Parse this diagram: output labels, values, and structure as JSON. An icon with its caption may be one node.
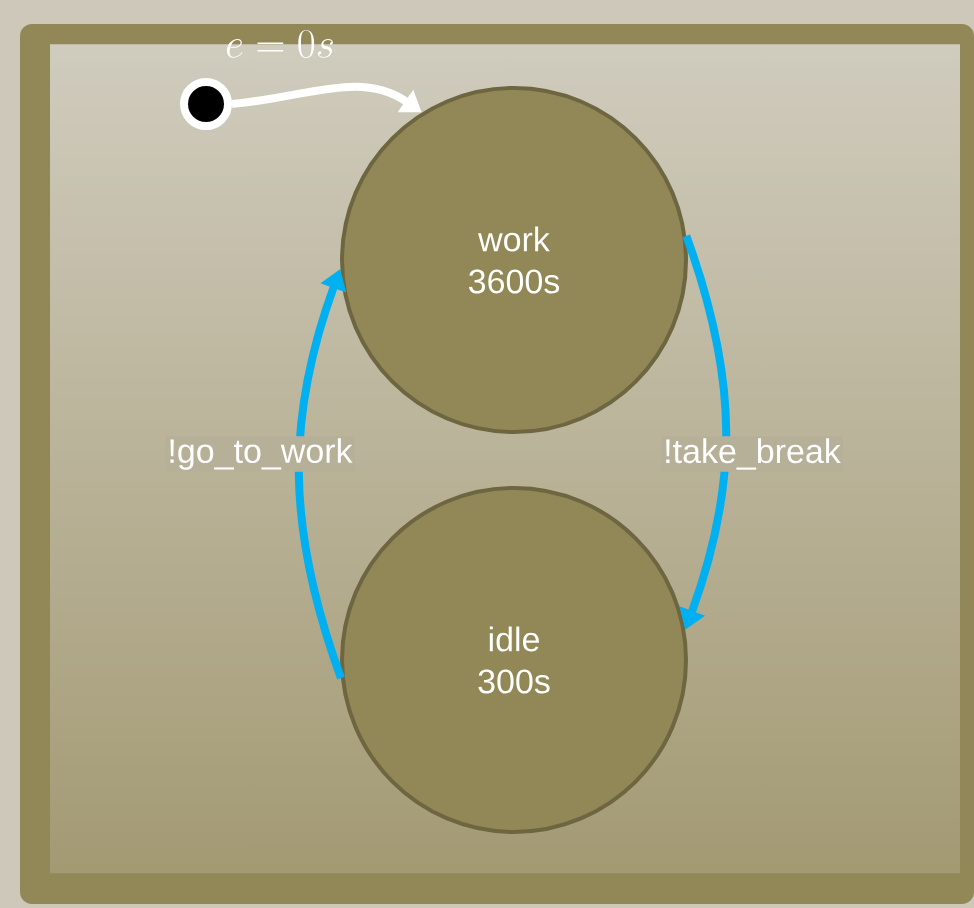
{
  "diagram": {
    "nodes": [
      {
        "text": [],
        "shape": "circle"
      },
      {
        "text": [
          "work",
          "3600s"
        ]
      },
      {
        "text": [
          "idle",
          "300s"
        ]
      }
    ],
    "edges": [
      {
        "from": 0,
        "to": 1,
        "arrow": "to",
        "label": "e = 0s",
        "color": "#ffffff"
      },
      {
        "from": 1,
        "to": 2,
        "arrow": "to",
        "label": "!take_break"
      },
      {
        "from": 2,
        "to": 1,
        "arrow": "to",
        "label": "!go_to_work"
      }
    ]
  }
}
